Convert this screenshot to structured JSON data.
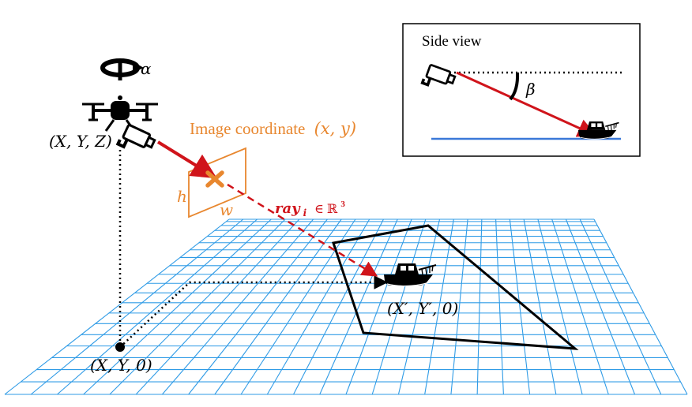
{
  "labels": {
    "alpha": "α",
    "drone_position": "(X, Y, Z)",
    "image_coordinate_label": "Image coordinate",
    "image_coordinate_vars": "(x, y)",
    "height_label": "h",
    "width_label": "w",
    "ray_name": "ray",
    "ray_subscript": "i",
    "ray_domain": "∈ ℝ",
    "ray_superscript": "3",
    "boat_position": "(X′, Y′, 0)",
    "ground_position": "(X, Y, 0)"
  },
  "side_view": {
    "title": "Side view",
    "beta": "β"
  },
  "colors": {
    "grid": "#2f9be6",
    "ray": "#d0141b",
    "image_plane": "#e8872f",
    "water": "#3a78d8",
    "ink": "#000000"
  },
  "icons": [
    "rotate-arrow-icon",
    "drone-icon",
    "camera-icon",
    "boat-icon",
    "cross-marker-icon"
  ]
}
